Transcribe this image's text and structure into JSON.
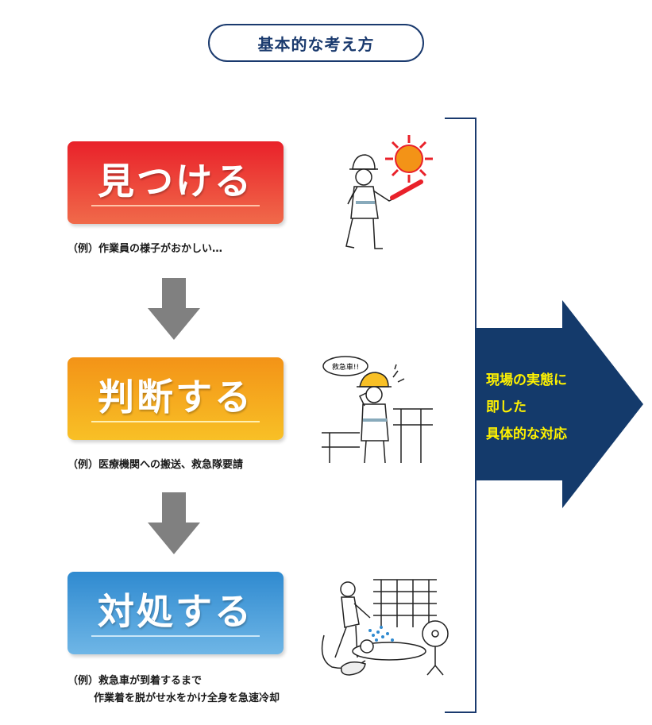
{
  "header": {
    "title": "基本的な考え方"
  },
  "steps": [
    {
      "label": "見つける",
      "example": "（例）作業員の様子がおかしい…"
    },
    {
      "label": "判断する",
      "example": "（例）医療機関への搬送、救急隊要請"
    },
    {
      "label": "対処する",
      "example_line1": "（例）救急車が到着するまで",
      "example_line2": "作業着を脱がせ水をかけ全身を急速冷却"
    }
  ],
  "illustrations": {
    "phone_bubble": "救急車!!"
  },
  "result": {
    "line1": "現場の実態に",
    "line2": "即した",
    "line3": "具体的な対応"
  },
  "colors": {
    "navy": "#1a3a6e",
    "step1": "#e9212a",
    "step2": "#f39317",
    "step3": "#2f8ad0",
    "arrow_gray": "#808080",
    "result_text": "#fff200"
  }
}
